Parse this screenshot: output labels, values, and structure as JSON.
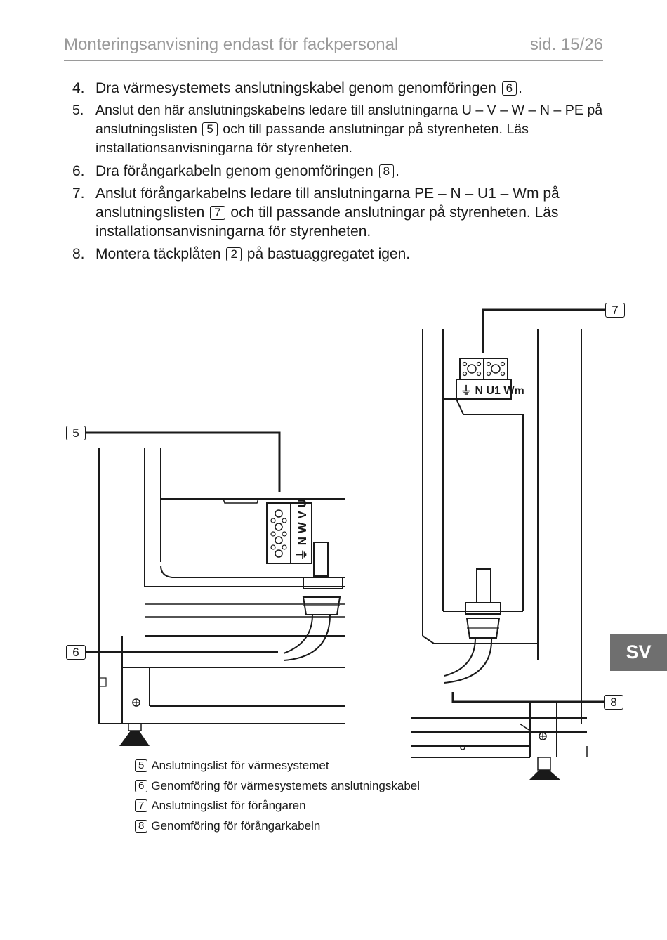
{
  "header": {
    "title": "Monteringsanvisning endast för fackpersonal",
    "page": "sid. 15/26"
  },
  "steps": [
    {
      "num": "4.",
      "text_before": "Dra värmesystemets anslutningskabel genom genomföringen",
      "ref": "6",
      "text_after": "."
    },
    {
      "num": "5.",
      "text_before": "Anslut den här anslutningskabelns ledare till anslutningarna U – V – W – N – PE på anslutningslisten",
      "ref": "5",
      "text_after": "och till passande anslutningar på styrenheten. Läs installationsanvisningarna för styrenheten."
    },
    {
      "num": "6.",
      "text_before": "Dra förångarkabeln genom genomföringen",
      "ref": "8",
      "text_after": "."
    },
    {
      "num": "7.",
      "text_before": "Anslut förångarkabelns ledare till anslutningarna PE – N – U1 – Wm på anslutningslisten",
      "ref": "7",
      "text_after": "och till passande anslutningar på styrenheten. Läs installationsanvisningarna för styrenheten."
    },
    {
      "num": "8.",
      "text_before": "Montera täckplåten",
      "ref": "2",
      "text_after": "på bastuaggregatet igen."
    }
  ],
  "diagram": {
    "callouts": {
      "c5": "5",
      "c6": "6",
      "c7": "7",
      "c8": "8"
    },
    "terminal_labels_left": "⏚ N W V U",
    "terminal_labels_right": "⏚ N U1 Wm"
  },
  "legend": [
    {
      "ref": "5",
      "text": "Anslutningslist för värmesystemet"
    },
    {
      "ref": "6",
      "text": "Genomföring för värmesystemets anslutningskabel"
    },
    {
      "ref": "7",
      "text": "Anslutningslist för förångaren"
    },
    {
      "ref": "8",
      "text": "Genomföring för förångarkabeln"
    }
  ],
  "language_tab": "SV"
}
